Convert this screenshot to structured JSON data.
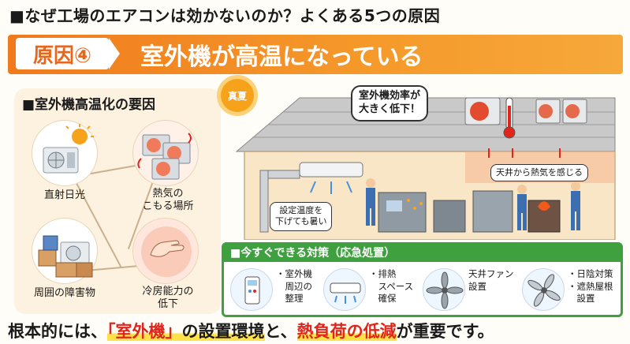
{
  "header": {
    "title": "■なぜ工場のエアコンは効かないのか？よくある5つの原因",
    "cause_tag": "原因④",
    "cause_text": "室外機が高温になっている"
  },
  "left_panel": {
    "title": "■室外機高温化の要因",
    "factors": [
      {
        "label": "直射日光"
      },
      {
        "label": "熱気の\nこもる場所"
      },
      {
        "label": "周囲の障害物"
      },
      {
        "label": "冷房能力の\n低下"
      }
    ]
  },
  "scene": {
    "season_badge": "真夏",
    "efficiency_bubble": "室外機効率が\n大きく低下！",
    "ceiling_bubble": "天井から熱気を感じる",
    "setting_bubble": "設定温度を\n下げても暑い"
  },
  "measures": {
    "title": "■今すぐできる対策（応急処置）",
    "items": [
      {
        "text": "・室外機\n　周辺の\n　整理"
      },
      {
        "text": "・排熱\n　スペース\n　確保"
      },
      {
        "text": "天井ファン\n設置"
      },
      {
        "text": "・日陰対策\n・遮熱屋根\n　設置"
      }
    ]
  },
  "footer": {
    "part1": "根本的には、",
    "part2": "「室外機」",
    "part3": "の設置環境",
    "part4": "と、",
    "part5": "熱負荷の低減",
    "part6": "が重要です。"
  },
  "colors": {
    "accent_orange": "#f07a1c",
    "green": "#3fa040",
    "red": "#e1251b",
    "panel_bg": "#fdf1df"
  }
}
